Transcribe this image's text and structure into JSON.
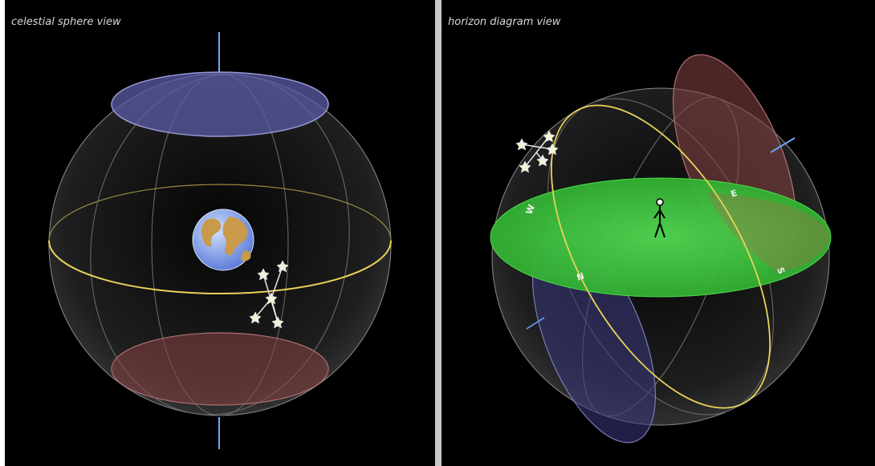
{
  "panels": {
    "left": {
      "title": "celestial sphere view"
    },
    "right": {
      "title": "horizon diagram view"
    }
  },
  "directions": {
    "east": "E",
    "south": "S",
    "west": "W",
    "north": "N"
  },
  "colors": {
    "sphere_outline": "#9a9a9a",
    "celestial_equator": "#e8d25a",
    "polar_cap_north": "#6f6fc8",
    "polar_cap_south": "#b85a5a",
    "horizon_plane": "#3ec43e",
    "axis": "#6aa8ff"
  },
  "icons": [
    "earth-icon",
    "constellation-icon",
    "observer-icon"
  ]
}
